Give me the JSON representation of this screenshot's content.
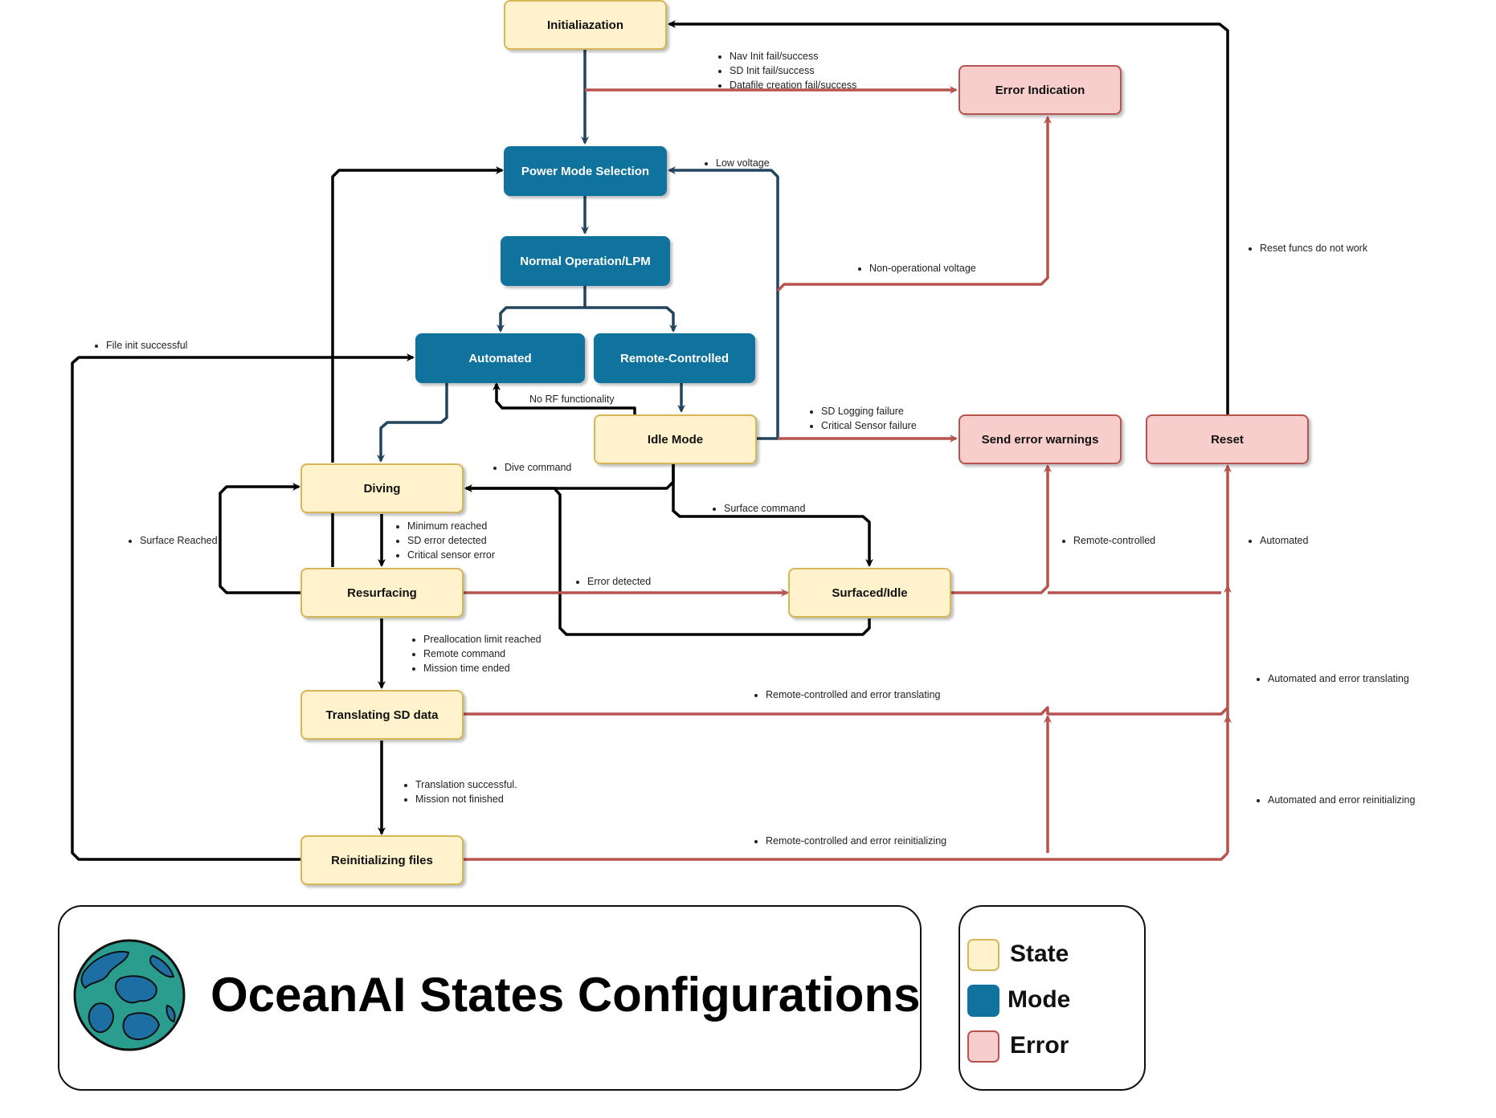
{
  "nodes": {
    "initialization": "Initialiazation",
    "power_mode_selection": "Power Mode Selection",
    "normal_operation": "Normal Operation/LPM",
    "automated": "Automated",
    "remote_controlled": "Remote-Controlled",
    "idle_mode": "Idle Mode",
    "diving": "Diving",
    "resurfacing": "Resurfacing",
    "surfaced_idle": "Surfaced/Idle",
    "translating_sd": "Translating SD data",
    "reinitializing": "Reinitializing files",
    "error_indication": "Error Indication",
    "send_error_warnings": "Send error warnings",
    "reset": "Reset"
  },
  "edge_labels": {
    "init_results": [
      "Nav Init fail/success",
      "SD Init fail/success",
      "Datafile creation fail/success"
    ],
    "low_voltage": [
      "Low voltage"
    ],
    "non_operational_voltage": [
      "Non-operational voltage"
    ],
    "reset_funcs": [
      "Reset funcs do not work"
    ],
    "file_init": [
      "File init successful"
    ],
    "no_rf": "No RF functionality",
    "sd_logging": [
      "SD Logging failure",
      "Critical Sensor failure"
    ],
    "dive_command": [
      "Dive command"
    ],
    "surface_command": [
      "Surface command"
    ],
    "surface_reached": [
      "Surface Reached"
    ],
    "resurface_reasons": [
      "Minimum reached",
      "SD error detected",
      "Critical sensor error"
    ],
    "error_detected": [
      "Error detected"
    ],
    "remote_controlled": [
      "Remote-controlled"
    ],
    "automated": [
      "Automated"
    ],
    "translate_reasons": [
      "Preallocation limit reached",
      "Remote command",
      "Mission time ended"
    ],
    "remote_error_translating": [
      "Remote-controlled and error translating"
    ],
    "auto_error_translating": [
      "Automated and error translating"
    ],
    "translation_success": [
      "Translation successful.",
      "Mission not finished"
    ],
    "auto_error_reinit": [
      "Automated and error reinitializing"
    ],
    "remote_error_reinit": [
      "Remote-controlled and error reinitializing"
    ]
  },
  "title": "OceanAI States Configurations",
  "legend": {
    "state": "State",
    "mode": "Mode",
    "error": "Error"
  },
  "colors": {
    "state_fill": "#fff2cc",
    "state_border": "#d6b656",
    "mode_fill": "#10739e",
    "error_fill": "#f8cecc",
    "error_border": "#b85450",
    "edge_black": "#000000",
    "edge_blue": "#23445d",
    "edge_red": "#b85450",
    "globe_ocean": "#2a9d8f",
    "globe_land": "#1d6fa3"
  },
  "icons": {
    "logo": "earth-globe-icon"
  }
}
